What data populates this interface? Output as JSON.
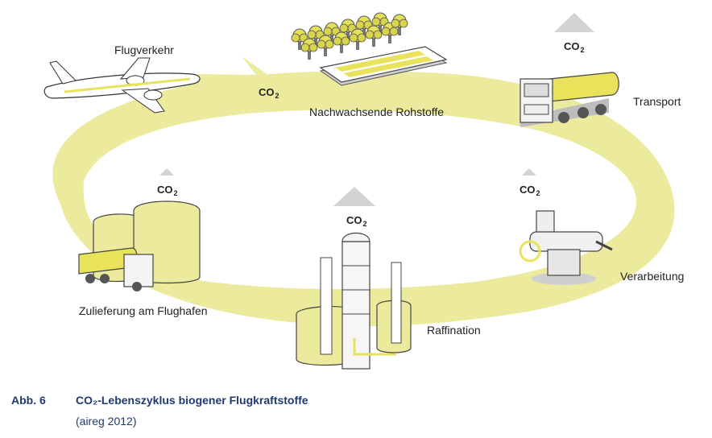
{
  "diagram": {
    "stages": {
      "flight": "Flugverkehr",
      "feedstock": "Nachwachsende Rohstoffe",
      "transport": "Transport",
      "processing": "Verarbeitung",
      "refining": "Raffination",
      "delivery": "Zulieferung am Flughafen"
    },
    "co2_label": "CO",
    "co2_subscript": "2",
    "colors": {
      "cycle": "#ecea9c",
      "accent": "#f2ed5a",
      "shadow": "#cfcfcf",
      "caption": "#1f3a6e"
    }
  },
  "caption": {
    "number": "Abb. 6",
    "title": "CO₂-Lebenszyklus biogener Flugkraftstoffe",
    "source": "(aireg 2012)"
  }
}
